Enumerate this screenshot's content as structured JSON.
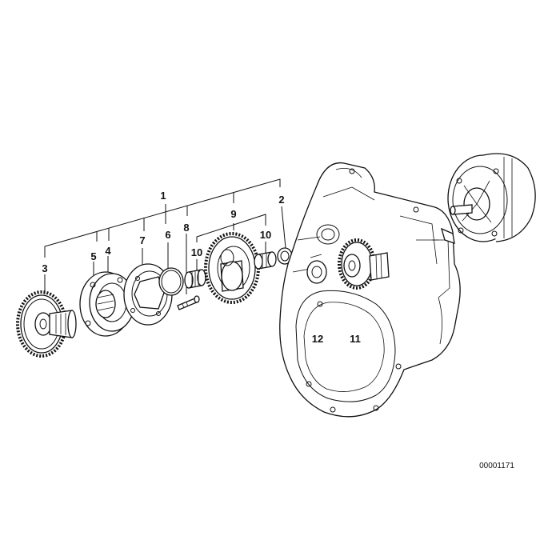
{
  "callouts": {
    "c1": "1",
    "c2": "2",
    "c3": "3",
    "c4": "4",
    "c5": "5",
    "c6": "6",
    "c7": "7",
    "c8": "8",
    "c9": "9",
    "c10a": "10",
    "c10b": "10",
    "c11": "11",
    "c12": "12"
  },
  "drawing_code": "00001171"
}
